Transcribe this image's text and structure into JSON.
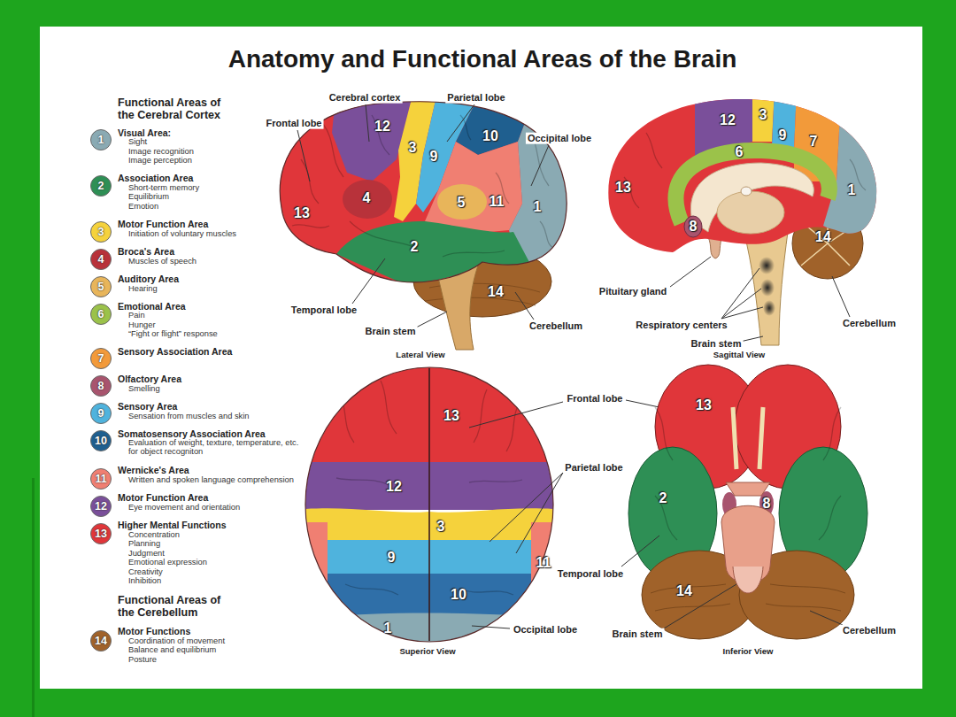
{
  "diagram": {
    "title": "Anatomy and Functional Areas of the Brain",
    "labels": [
      "Functional Areas of the Cerebral Cortex",
      "1",
      "Sight",
      "Image recognition",
      "Image perception",
      "2",
      "Short-term memory",
      "Equilibrium",
      "Emotion",
      "3",
      "Initiation of voluntary muscles",
      "4",
      "Muscles of speech",
      "5",
      "Hearing",
      "6",
      "Pain",
      "Hunger",
      "“Fight or flight” response",
      "7",
      "8",
      "Smelling",
      "9",
      "Sensation from muscles and skin",
      "10",
      "Evaluation of weight, texture, temperature, etc. for object recogniton",
      "11",
      "Written and spoken language comprehension",
      "12",
      "Eye movement and orientation",
      "13",
      "Concentration",
      "Planning",
      "Judgment",
      "Emotional expression",
      "Creativity",
      "Inhibition",
      "Functional Areas of the Cerebellum",
      "14",
      "Coordination of movement",
      "Balance and equilibrium",
      "Posture",
      "Cerebral cortex",
      "Parietal lobe",
      "Frontal lobe",
      "Occipital lobe",
      "12",
      "13",
      "3",
      "9",
      "10",
      "4",
      "5",
      "11",
      "1",
      "2",
      "14",
      "Temporal lobe",
      "Brain stem",
      "Cerebellum",
      "Lateral View",
      "12",
      "3",
      "9",
      "7",
      "6",
      "13",
      "1",
      "8",
      "14",
      "Pituitary gland",
      "Respiratory centers",
      "Cerebellum",
      "Brain stem",
      "Sagittal View",
      "13",
      "12",
      "3",
      "9",
      "11",
      "10",
      "1",
      "Frontal lobe",
      "Parietal lobe",
      "Occipital lobe",
      "Superior View",
      "13",
      "2",
      "8",
      "14",
      "Temporal lobe",
      "Brain stem",
      "Cerebellum",
      "Inferior View"
    ],
    "legend": [
      {
        "text": "Visual Area:",
        "color": "#8aaab3"
      },
      {
        "text": "Association Area",
        "color": "#2e8f55"
      },
      {
        "text": "Motor Function Area",
        "color": "#f5d23c"
      },
      {
        "text": "Broca's Area",
        "color": "#b8323a"
      },
      {
        "text": "Auditory Area",
        "color": "#e8b55a"
      },
      {
        "text": "Emotional Area",
        "color": "#9bc24a"
      },
      {
        "text": "Sensory Association Area",
        "color": "#f29a3a"
      },
      {
        "text": "Olfactory Area",
        "color": "#a8546e"
      },
      {
        "text": "Sensory Area",
        "color": "#4fb3dd"
      },
      {
        "text": "Somatosensory Association Area",
        "color": "#1f5f8f"
      },
      {
        "text": "Wernicke's Area",
        "color": "#f07f72"
      },
      {
        "text": "Motor Function Area",
        "color": "#7a4f9a"
      },
      {
        "text": "Higher Mental Functions",
        "color": "#e0363a"
      },
      {
        "text": "Motor Functions",
        "color": "#a0622a"
      }
    ]
  }
}
